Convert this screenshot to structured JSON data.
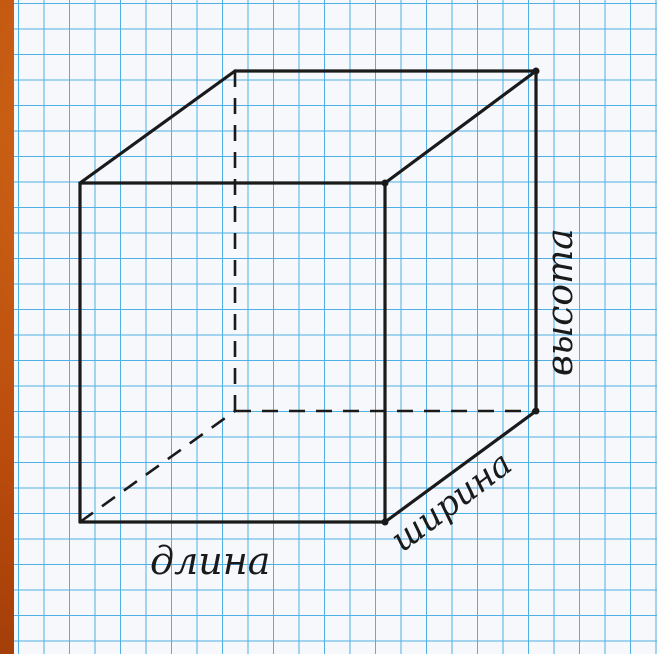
{
  "labels": {
    "length": "длина",
    "width": "ширина",
    "height": "высота"
  },
  "colors": {
    "frame": "#c85a12",
    "grid": "#4fb0e6",
    "paper": "#f6f8fb",
    "ink": "#1a1a1a"
  }
}
